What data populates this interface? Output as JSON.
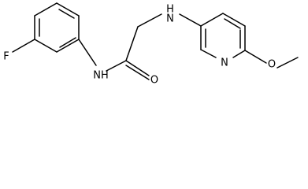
{
  "molecule": {
    "atoms": [
      {
        "id": "F",
        "label": "F"
      },
      {
        "id": "N1",
        "label": "N​H"
      },
      {
        "id": "O",
        "label": "O"
      },
      {
        "id": "N2",
        "label": "H"
      },
      {
        "id": "N2b",
        "label": "N"
      },
      {
        "id": "NPy",
        "label": "N"
      },
      {
        "id": "OMe",
        "label": "O"
      }
    ]
  }
}
